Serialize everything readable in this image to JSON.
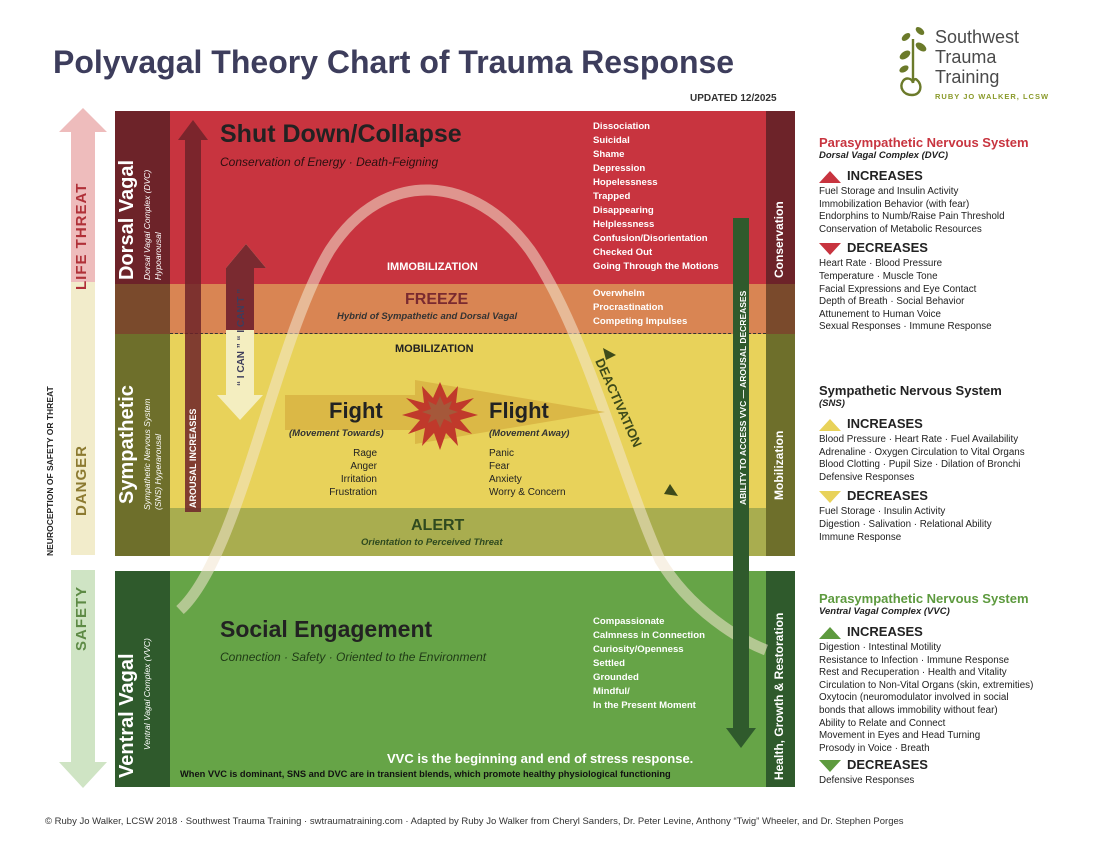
{
  "title": "Polyvagal Theory Chart of Trauma Response",
  "updated": "UPDATED 12/2025",
  "logo": {
    "line1": "Southwest",
    "line2": "Trauma",
    "line3": "Training",
    "sub": "RUBY JO WALKER, LCSW"
  },
  "left_axis": {
    "outer_label": "NEUROCEPTION OF SAFETY OR THREAT",
    "life_threat": "LIFE  THREAT",
    "danger": "DANGER",
    "safety": "SAFETY"
  },
  "side_labels": {
    "dorsal": "Dorsal Vagal",
    "dorsal_sub": "Dorsal Vagal Complex (DVC)",
    "dorsal_sub2": "Hypoarousal",
    "sympathetic": "Sympathetic",
    "sympathetic_sub": "Sympathetic Nervous System",
    "sympathetic_sub2": "(SNS) Hyperarousal",
    "ventral": "Ventral Vagal",
    "ventral_sub": "Ventral Vagal Complex (VVC)"
  },
  "arousal_increases": "AROUSAL INCREASES",
  "i_can": "“ I CAN ”  “ I CAN’T ”",
  "shutdown": {
    "title": "Shut Down/Collapse",
    "subtitle": "Conservation of Energy  ·  Death-Feigning"
  },
  "shutdown_list": [
    "Dissociation",
    "Suicidal",
    "Shame",
    "Depression",
    "Hopelessness",
    "Trapped",
    "Disappearing",
    "Helplessness",
    "Confusion/Disorientation",
    "Checked Out",
    "Going Through the Motions"
  ],
  "immobilization": "IMMOBILIZATION",
  "freeze": {
    "title": "FREEZE",
    "subtitle": "Hybrid of Sympathetic and Dorsal Vagal"
  },
  "freeze_list": [
    "Overwhelm",
    "Procrastination",
    "Competing Impulses"
  ],
  "mobilization": "MOBILIZATION",
  "fight": {
    "title": "Fight",
    "subtitle": "(Movement Towards)",
    "list": [
      "Rage",
      "Anger",
      "Irritation",
      "Frustration"
    ]
  },
  "flight": {
    "title": "Flight",
    "subtitle": "(Movement Away)",
    "list": [
      "Panic",
      "Fear",
      "Anxiety",
      "Worry & Concern"
    ]
  },
  "deactivation": "DEACTIVATION",
  "alert": {
    "title": "ALERT",
    "subtitle": "Orientation to Perceived Threat"
  },
  "social": {
    "title": "Social Engagement",
    "subtitle": "Connection  ·  Safety  ·  Oriented to the Environment"
  },
  "social_list": [
    "Compassionate",
    "Calmness in Connection",
    "Curiosity/Openness",
    "Settled",
    "Grounded",
    "Mindful/",
    "In the Present Moment"
  ],
  "vvc_line1": "VVC is the beginning and end of stress response.",
  "vvc_line2": "When VVC is dominant, SNS and DVC are in transient blends, which promote healthy physiological functioning",
  "ability": "ABILITY TO ACCESS VVC — AROUSAL DECREASES",
  "right_column": {
    "conservation": "Conservation",
    "mobilization": "Mobilization",
    "health": "Health, Growth & Restoration"
  },
  "panels": {
    "pns_dvc": {
      "title": "Parasympathetic Nervous System",
      "subtitle": "Dorsal Vagal Complex (DVC)",
      "increases_label": "INCREASES",
      "increases": [
        "Fuel Storage and Insulin Activity",
        "Immobilization Behavior (with fear)",
        "Endorphins to Numb/Raise Pain Threshold",
        "Conservation of Metabolic Resources"
      ],
      "decreases_label": "DECREASES",
      "decreases": [
        "Heart Rate · Blood Pressure",
        "Temperature · Muscle Tone",
        "Facial Expressions and Eye Contact",
        "Depth of Breath · Social Behavior",
        "Attunement to Human Voice",
        "Sexual Responses · Immune Response"
      ]
    },
    "sns": {
      "title": "Sympathetic Nervous System",
      "subtitle": "(SNS)",
      "increases_label": "INCREASES",
      "increases": [
        "Blood Pressure · Heart Rate · Fuel Availability",
        "Adrenaline · Oxygen Circulation to Vital Organs",
        "Blood Clotting · Pupil Size · Dilation of Bronchi",
        "Defensive Responses"
      ],
      "decreases_label": "DECREASES",
      "decreases": [
        "Fuel Storage · Insulin Activity",
        "Digestion · Salivation · Relational Ability",
        "Immune Response"
      ]
    },
    "pns_vvc": {
      "title": "Parasympathetic Nervous System",
      "subtitle": "Ventral Vagal Complex (VVC)",
      "increases_label": "INCREASES",
      "increases": [
        "Digestion · Intestinal Motility",
        "Resistance to Infection · Immune Response",
        "Rest and Recuperation · Health and Vitality",
        "Circulation to Non-Vital Organs (skin, extremities)",
        "Oxytocin (neuromodulator involved in social",
        "bonds that allows immobility without fear)",
        "Ability to Relate and Connect",
        "Movement in Eyes and Head Turning",
        "Prosody in Voice · Breath"
      ],
      "decreases_label": "DECREASES",
      "decreases": [
        "Defensive Responses"
      ]
    }
  },
  "footer": "© Ruby Jo Walker, LCSW 2018 · Southwest Trauma Training · swtraumatraining.com · Adapted by Ruby Jo Walker from Cheryl Sanders, Dr. Peter Levine, Anthony “Twig” Wheeler, and Dr. Stephen Porges",
  "colors": {
    "red": "#c8343f",
    "orange": "#d98553",
    "yellow": "#e8d25a",
    "olive": "#a9ad4f",
    "green": "#66a447",
    "darkred": "#6d2329",
    "darkolive": "#6e6f2b",
    "darkgreen": "#2f5a2c",
    "title": "#3d3d5c"
  }
}
